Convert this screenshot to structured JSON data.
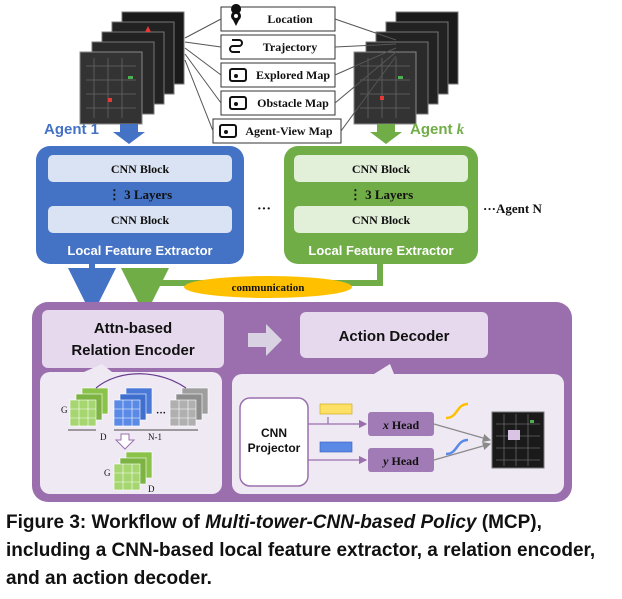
{
  "observation_items": [
    "Location",
    "Trajectory",
    "Explored Map",
    "Obstacle Map",
    "Agent-View Map"
  ],
  "agent1_label": "Agent 1",
  "agentk_label": "Agent ",
  "agentk_italic": "k",
  "agentN_label": "···Agent N",
  "ellipsis": "···",
  "extractor": {
    "block_top": "CNN Block",
    "layers": "⋮ 3 Layers",
    "block_bottom": "CNN Block",
    "title": "Local Feature Extractor"
  },
  "communication_label": "communication",
  "relation_encoder": [
    "Attn-based",
    "Relation Encoder"
  ],
  "action_decoder_label": "Action Decoder",
  "encoder_detail": {
    "g_label": "G",
    "d_label": "D",
    "n1_label": "N-1",
    "dots": "···"
  },
  "projector": [
    "CNN",
    "Projector"
  ],
  "x_head": {
    "var": "x",
    "text": " Head"
  },
  "y_head": {
    "var": "y",
    "text": " Head"
  },
  "caption": {
    "prefix": "Figure 3: Workflow of ",
    "italic": "Multi-tower-CNN-based Policy",
    "suffix": " (MCP), including a CNN-based local feature extractor, a relation encoder, and an action decoder."
  },
  "colors": {
    "blue": "#4472c4",
    "green": "#70ad47",
    "purple": "#9b6fad",
    "yellow": "#ffc000",
    "light_block": "#dae3f3"
  }
}
